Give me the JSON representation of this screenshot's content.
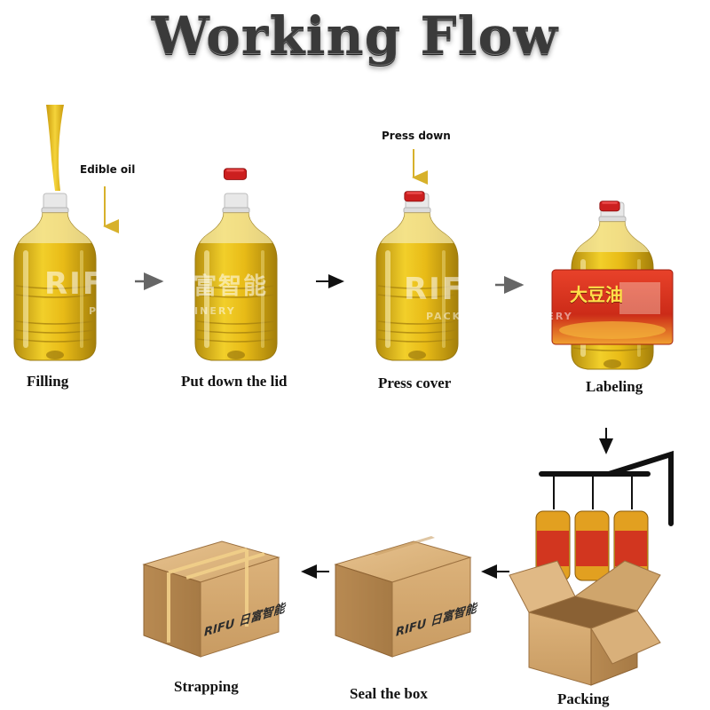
{
  "title": "Working Flow",
  "notes": {
    "edible_oil": "Edible oil",
    "press_down": "Press down"
  },
  "steps": [
    {
      "label": "Filling"
    },
    {
      "label": "Put down the lid"
    },
    {
      "label": "Press cover"
    },
    {
      "label": "Labeling"
    },
    {
      "label": "Packing"
    },
    {
      "label": "Seal the box"
    },
    {
      "label": "Strapping"
    }
  ],
  "watermark": {
    "brand": "RIFU",
    "sub": "PACKING MACHINERY",
    "chinese": "日富智能"
  },
  "label_print": {
    "product": "大豆油"
  },
  "box_print": {
    "brand": "RIFU",
    "chinese": "日富智能"
  },
  "colors": {
    "oil": "#e8b818",
    "oil_dark": "#b08a10",
    "cap_red": "#cc1f1f",
    "label_red": "#d2361f",
    "cardboard": "#d6ab72",
    "cardboard_dark": "#b8884f",
    "arrow_gold": "#d7b12b"
  }
}
